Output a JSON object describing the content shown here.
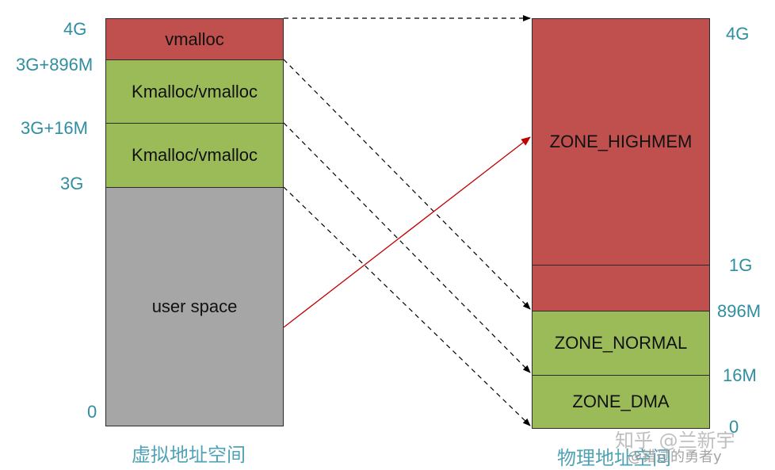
{
  "colors": {
    "red": "#c0504d",
    "green": "#9bbb59",
    "gray": "#a6a6a6",
    "label": "#2f8ea0",
    "arrow_red": "#c00000",
    "arrow_dash": "#000000"
  },
  "virtual": {
    "caption": "虚拟地址空间",
    "blocks": {
      "vmalloc": "vmalloc",
      "kmalloc_high": "Kmalloc/vmalloc",
      "kmalloc_low": "Kmalloc/vmalloc",
      "user": "user space"
    },
    "labels": {
      "top": "4G",
      "b896": "3G+896M",
      "b16": "3G+16M",
      "b3g": "3G",
      "zero": "0"
    }
  },
  "physical": {
    "caption": "物理地址空间",
    "blocks": {
      "highmem": "ZONE_HIGHMEM",
      "normal": "ZONE_NORMAL",
      "dma": "ZONE_DMA"
    },
    "labels": {
      "top": "4G",
      "g1": "1G",
      "m896": "896M",
      "m16": "16M",
      "zero": "0"
    }
  },
  "watermark": {
    "main": "知乎 @兰新宇",
    "sub": "@错过的勇者y"
  }
}
